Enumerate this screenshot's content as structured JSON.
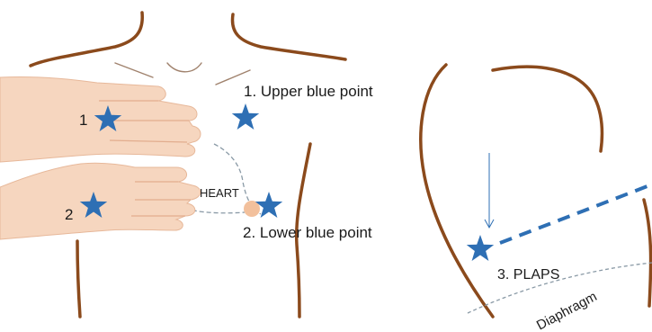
{
  "labels": {
    "upper_point": "1. Upper blue point",
    "lower_point": "2. Lower blue point",
    "plaps": "3. PLAPS",
    "heart": "HEART",
    "diaphragm": "Diaphragm",
    "hand_upper_number": "1",
    "hand_lower_number": "2"
  },
  "colors": {
    "body_outline": "#8b4a1c",
    "star": "#2e6fb4",
    "skin": "#f6d6bf",
    "skin_shadow": "#e7b89a",
    "dotted_line": "#8a9aa6",
    "plaps_line": "#2e6fb4",
    "text": "#1a1a1a"
  },
  "icons": {
    "point_marker": "star-icon"
  }
}
